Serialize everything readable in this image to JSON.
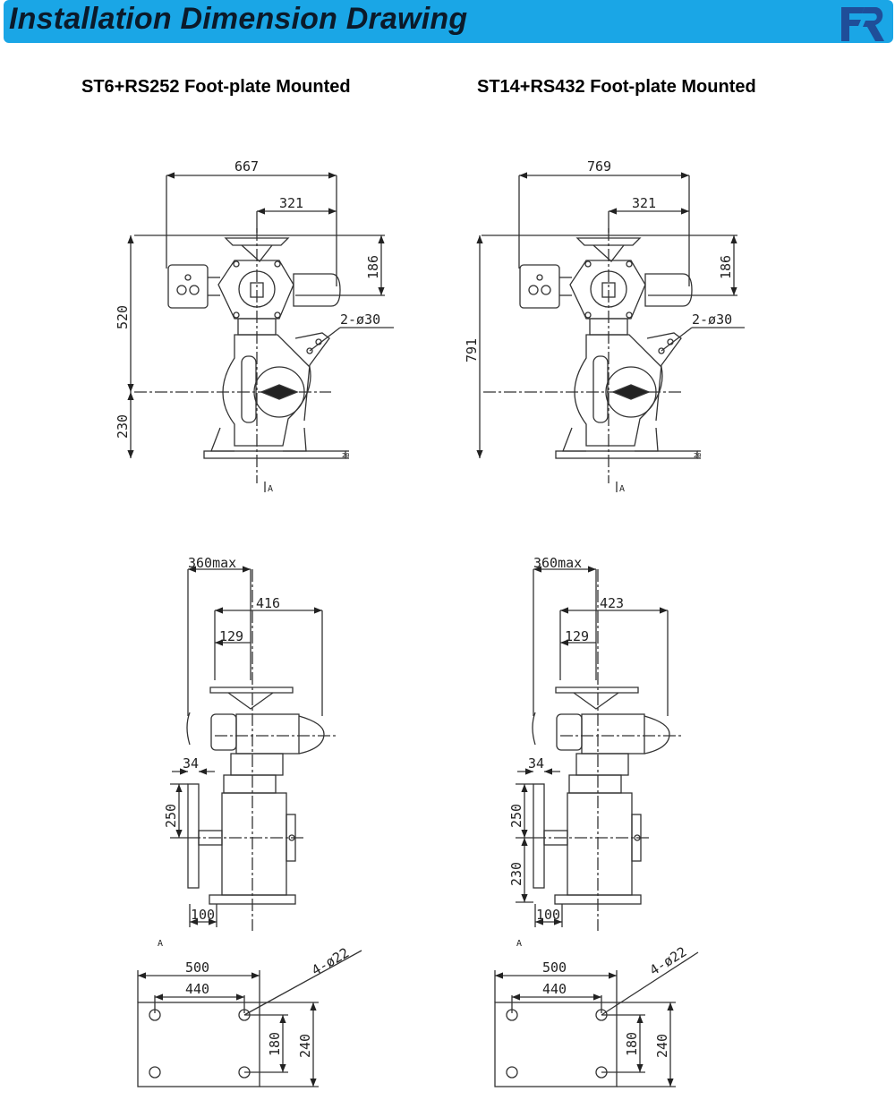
{
  "header": {
    "title": "Installation Dimension Drawing",
    "logo_icon": "fr-logo-icon",
    "logo_color": "#1f4e99",
    "banner_color": "#1aa6e6"
  },
  "left": {
    "title": "ST6+RS252 Foot-plate Mounted",
    "front": {
      "overall_width": "667",
      "offset": "321",
      "top_height": "186",
      "holes": "2-ø30",
      "upper_height": "520",
      "lower_height": "230",
      "plate": "20",
      "view_marker": "A"
    },
    "side": {
      "max_width": "360max",
      "width": "416",
      "offset": "129",
      "flange": "34",
      "height": "250",
      "base": "100"
    },
    "plan": {
      "view_label": "A",
      "outer": "500",
      "inner": "440",
      "holes": "4-ø22",
      "inner_h": "180",
      "outer_h": "240"
    }
  },
  "right": {
    "title": "ST14+RS432 Foot-plate Mounted",
    "front": {
      "overall_width": "769",
      "offset": "321",
      "top_height": "186",
      "holes": "2-ø30",
      "height": "791",
      "plate": "20",
      "view_marker": "A"
    },
    "side": {
      "max_width": "360max",
      "width": "423",
      "offset": "129",
      "flange": "34",
      "height": "250",
      "lower_height": "230",
      "base": "100"
    },
    "plan": {
      "view_label": "A",
      "outer": "500",
      "inner": "440",
      "holes": "4-ø22",
      "inner_h": "180",
      "outer_h": "240"
    }
  }
}
